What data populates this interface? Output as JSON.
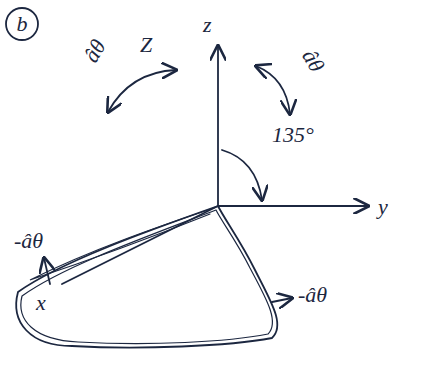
{
  "diagram": {
    "nodes": [
      {
        "text": [
          "b"
        ]
      }
    ],
    "labels": [
      "Z",
      "z",
      "âθ",
      "âθ",
      "-âθ",
      "135°",
      "y",
      "x",
      "-âθ"
    ]
  }
}
